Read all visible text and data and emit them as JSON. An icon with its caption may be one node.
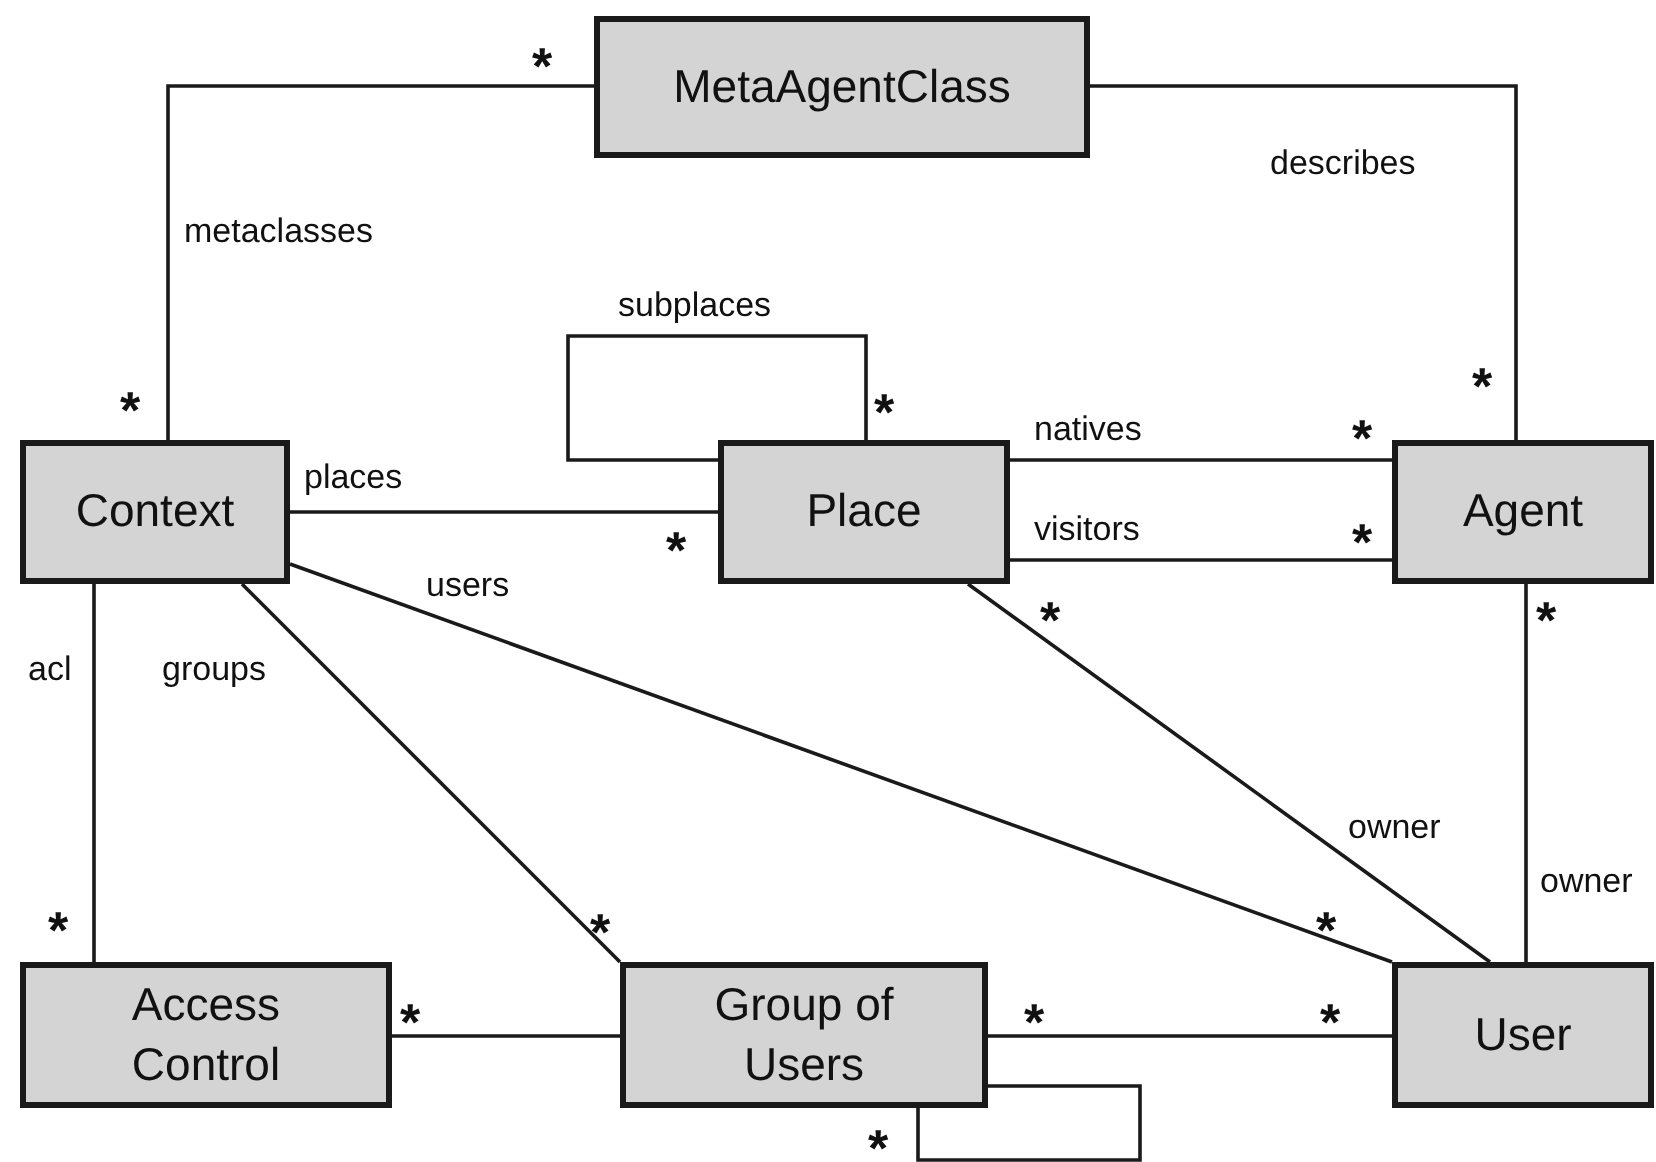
{
  "diagram": {
    "nodes": [
      {
        "text": [
          "MetaAgentClass"
        ]
      },
      {
        "text": [
          "Context"
        ]
      },
      {
        "text": [
          "Place"
        ]
      },
      {
        "text": [
          "Agent"
        ]
      },
      {
        "text": [
          "Access Control"
        ]
      },
      {
        "text": [
          "Group of Users"
        ]
      },
      {
        "text": [
          "User"
        ]
      }
    ],
    "edges": [
      {
        "from": 1,
        "to": 0,
        "arrow": "none",
        "label": "metaclasses"
      },
      {
        "from": 0,
        "to": 3,
        "arrow": "none",
        "label": "describes"
      },
      {
        "from": 2,
        "to": 2,
        "arrow": "none",
        "label": "subplaces"
      },
      {
        "from": 1,
        "to": 2,
        "arrow": "none",
        "label": "places"
      },
      {
        "from": 2,
        "to": 3,
        "arrow": "none",
        "label": "natives"
      },
      {
        "from": 2,
        "to": 3,
        "arrow": "none",
        "label": "visitors"
      },
      {
        "from": 1,
        "to": 6,
        "arrow": "none",
        "label": "users"
      },
      {
        "from": 1,
        "to": 4,
        "arrow": "none",
        "label": "acl"
      },
      {
        "from": 1,
        "to": 5,
        "arrow": "none",
        "label": "groups"
      },
      {
        "from": 2,
        "to": 6,
        "arrow": "none",
        "label": "owner"
      },
      {
        "from": 3,
        "to": 6,
        "arrow": "none",
        "label": "owner"
      },
      {
        "from": 4,
        "to": 5,
        "arrow": "none"
      },
      {
        "from": 5,
        "to": 6,
        "arrow": "none"
      },
      {
        "from": 5,
        "to": 5,
        "arrow": "none"
      }
    ],
    "labels": [
      "*",
      "*",
      "*",
      "*",
      "*",
      "*",
      "*",
      "*",
      "*",
      "*",
      "*",
      "*",
      "*",
      "*",
      "*",
      "*"
    ]
  }
}
